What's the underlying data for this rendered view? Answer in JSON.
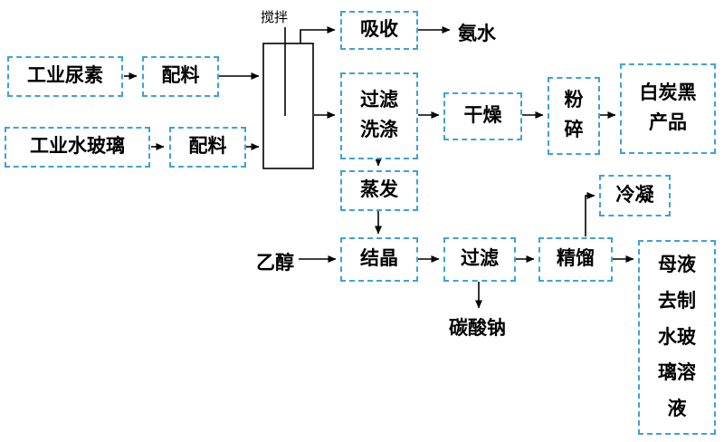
{
  "diagram": {
    "colors": {
      "box_border": "#3da2d9",
      "arrow": "#000000",
      "text": "#000000"
    },
    "nodes": {
      "urea": "工业尿素",
      "batching_1": "配料",
      "water_glass": "工业水玻璃",
      "batching_2": "配料",
      "absorption": "吸收",
      "filter_wash": "过滤\n洗涤",
      "drying": "干燥",
      "crushing": "粉\n碎",
      "product": "白炭黑\n产品",
      "evaporation": "蒸发",
      "crystallization": "结晶",
      "filtration": "过滤",
      "rectification": "精馏",
      "condensation": "冷凝",
      "mother_liquor": "母液\n去制\n水玻\n璃溶\n液"
    },
    "labels": {
      "stirring": "搅拌",
      "ammonia": "氨水",
      "ethanol": "乙醇",
      "sodium_carbonate": "碳酸钠"
    }
  }
}
